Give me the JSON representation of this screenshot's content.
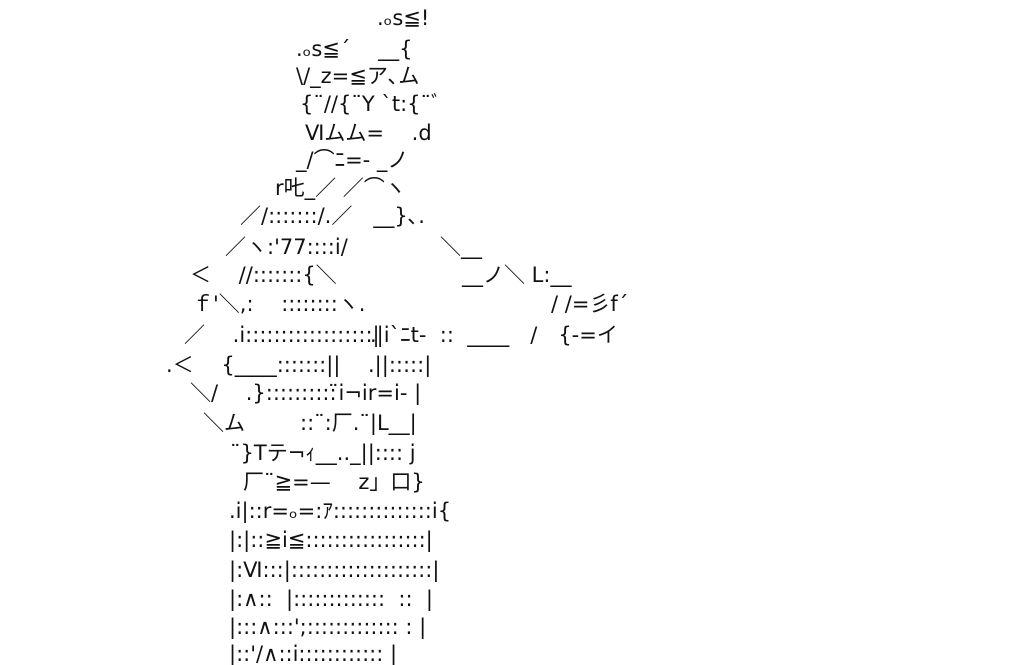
{
  "art": {
    "lines": [
      ".ₒs≦!",
      ".ₒs≦´　 __{",
      "\\/_z=≦ア､ム",
      "{¨//{¨Y `t:{¨ﾞ",
      "Ⅵムム=　 .d",
      "_/⌒ﾆ=- _ノ",
      "r𠮟_／ ／⌒ヽ",
      "／/:::::::/.／　__}､.",
      "／ヽ:'77::::i/",
      "＜ 　//:::::::{＼",
      "ｆ'＼,:　 ::::::::ヽ.",
      "／　 .i::::::::::::::::::|",
      ".＜　 {____:::::::||",
      "＼/　 .}::::::::::",
      "＼ム",
      "¨}Tテ¬ｨ__.._||:::: j",
      "厂¨≧=—　 z」口}",
      ".i|::r=ₒ=:ｱ::::::::::::::i{",
      "|:|::≧i≦:::::::::::::::::|",
      "|:Ⅵ:::|::::::::::::::::::::|",
      "|:∧::  |:::::::::::::  ::  |",
      "|:::∧:::';::::::::::::: : |",
      "|::'/∧::i:::::::::::: |",
      "＼__",
      "__ノ＼ L:__",
      "/ /=彡f´",
      ".|i`ﾆt-  ::  ____　/　{-=イ",
      ".||:::::|",
      "¨i¬ir=i- |",
      "::¨:厂.¨|L__|"
    ]
  }
}
